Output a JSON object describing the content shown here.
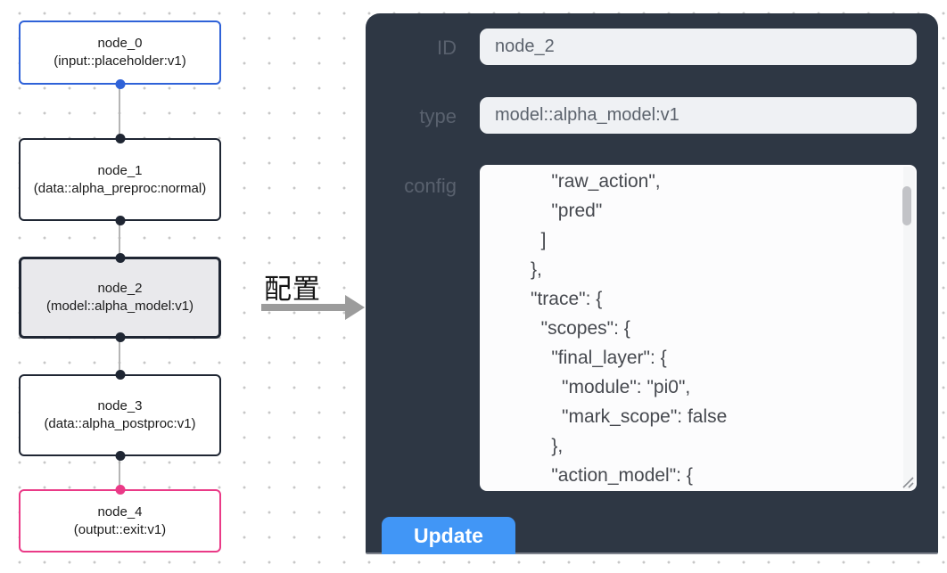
{
  "canvas": {
    "nodes": [
      {
        "title": "node_0",
        "subtitle": "(input::placeholder:v1)"
      },
      {
        "title": "node_1",
        "subtitle": "(data::alpha_preproc:normal)"
      },
      {
        "title": "node_2",
        "subtitle": "(model::alpha_model:v1)"
      },
      {
        "title": "node_3",
        "subtitle": "(data::alpha_postproc:v1)"
      },
      {
        "title": "node_4",
        "subtitle": "(output::exit:v1)"
      }
    ]
  },
  "transition": {
    "label": "配置"
  },
  "panel": {
    "id_field": {
      "label": "ID",
      "value": "node_2"
    },
    "type_field": {
      "label": "type",
      "value": "model::alpha_model:v1"
    },
    "config_field": {
      "label": "config",
      "value": "          \"raw_action\",\n          \"pred\"\n        ]\n      },\n      \"trace\": {\n        \"scopes\": {\n          \"final_layer\": {\n            \"module\": \"pi0\",\n            \"mark_scope\": false\n          },\n          \"action_model\": {"
    },
    "update_button": {
      "label": "Update"
    }
  },
  "colors": {
    "panel_bg": "#2e3744",
    "node_border_default": "#1f2633",
    "node_border_input": "#2f62d8",
    "node_border_output": "#ea3a87",
    "node_selected_bg": "#e9e9ec",
    "button_blue": "#4196f6",
    "edge_gray": "#b5b5b5"
  }
}
